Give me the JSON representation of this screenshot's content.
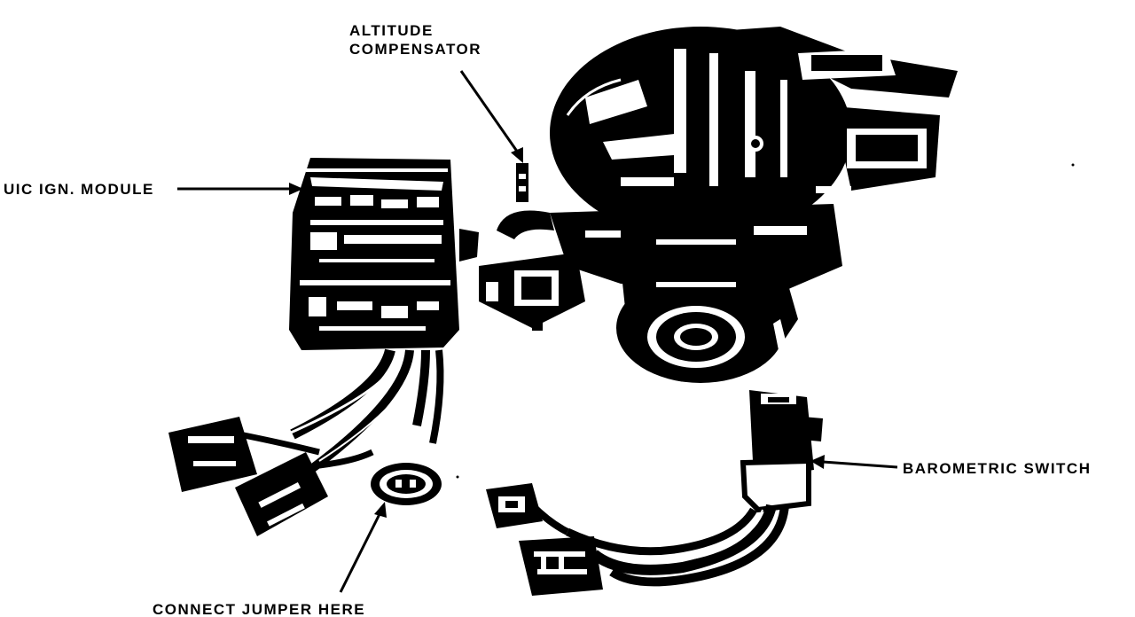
{
  "labels": {
    "altitude_line1": "ALTITUDE",
    "altitude_line2": "COMPENSATOR",
    "uic_module": "UIC IGN. MODULE",
    "barometric_switch": "BAROMETRIC SWITCH",
    "connect_jumper": "CONNECT JUMPER HERE"
  },
  "colors": {
    "ink": "#000000",
    "paper": "#ffffff"
  }
}
